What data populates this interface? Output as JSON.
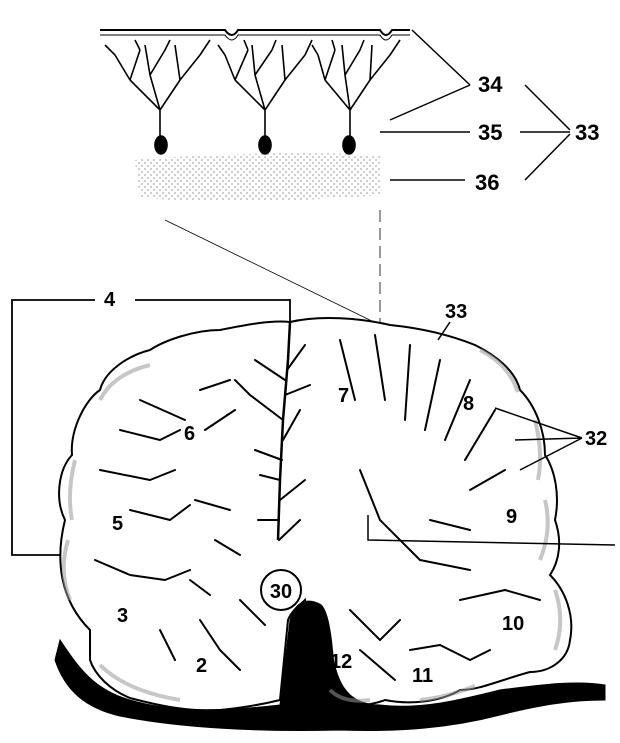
{
  "figure": {
    "type": "anatomical-line-drawing",
    "subject": "cerebellum sagittal section with cortex detail",
    "labels": {
      "l2": "2",
      "l3": "3",
      "l4": "4",
      "l5": "5",
      "l6": "6",
      "l7": "7",
      "l8": "8",
      "l9": "9",
      "l10": "10",
      "l11": "11",
      "l12": "12",
      "l30": "30",
      "l32": "32",
      "l33a": "33",
      "l33b": "33",
      "l34": "34",
      "l35": "35",
      "l36": "36"
    },
    "colors": {
      "ink": "#000000",
      "paper": "#ffffff",
      "shade": "#b8b8b8"
    }
  }
}
